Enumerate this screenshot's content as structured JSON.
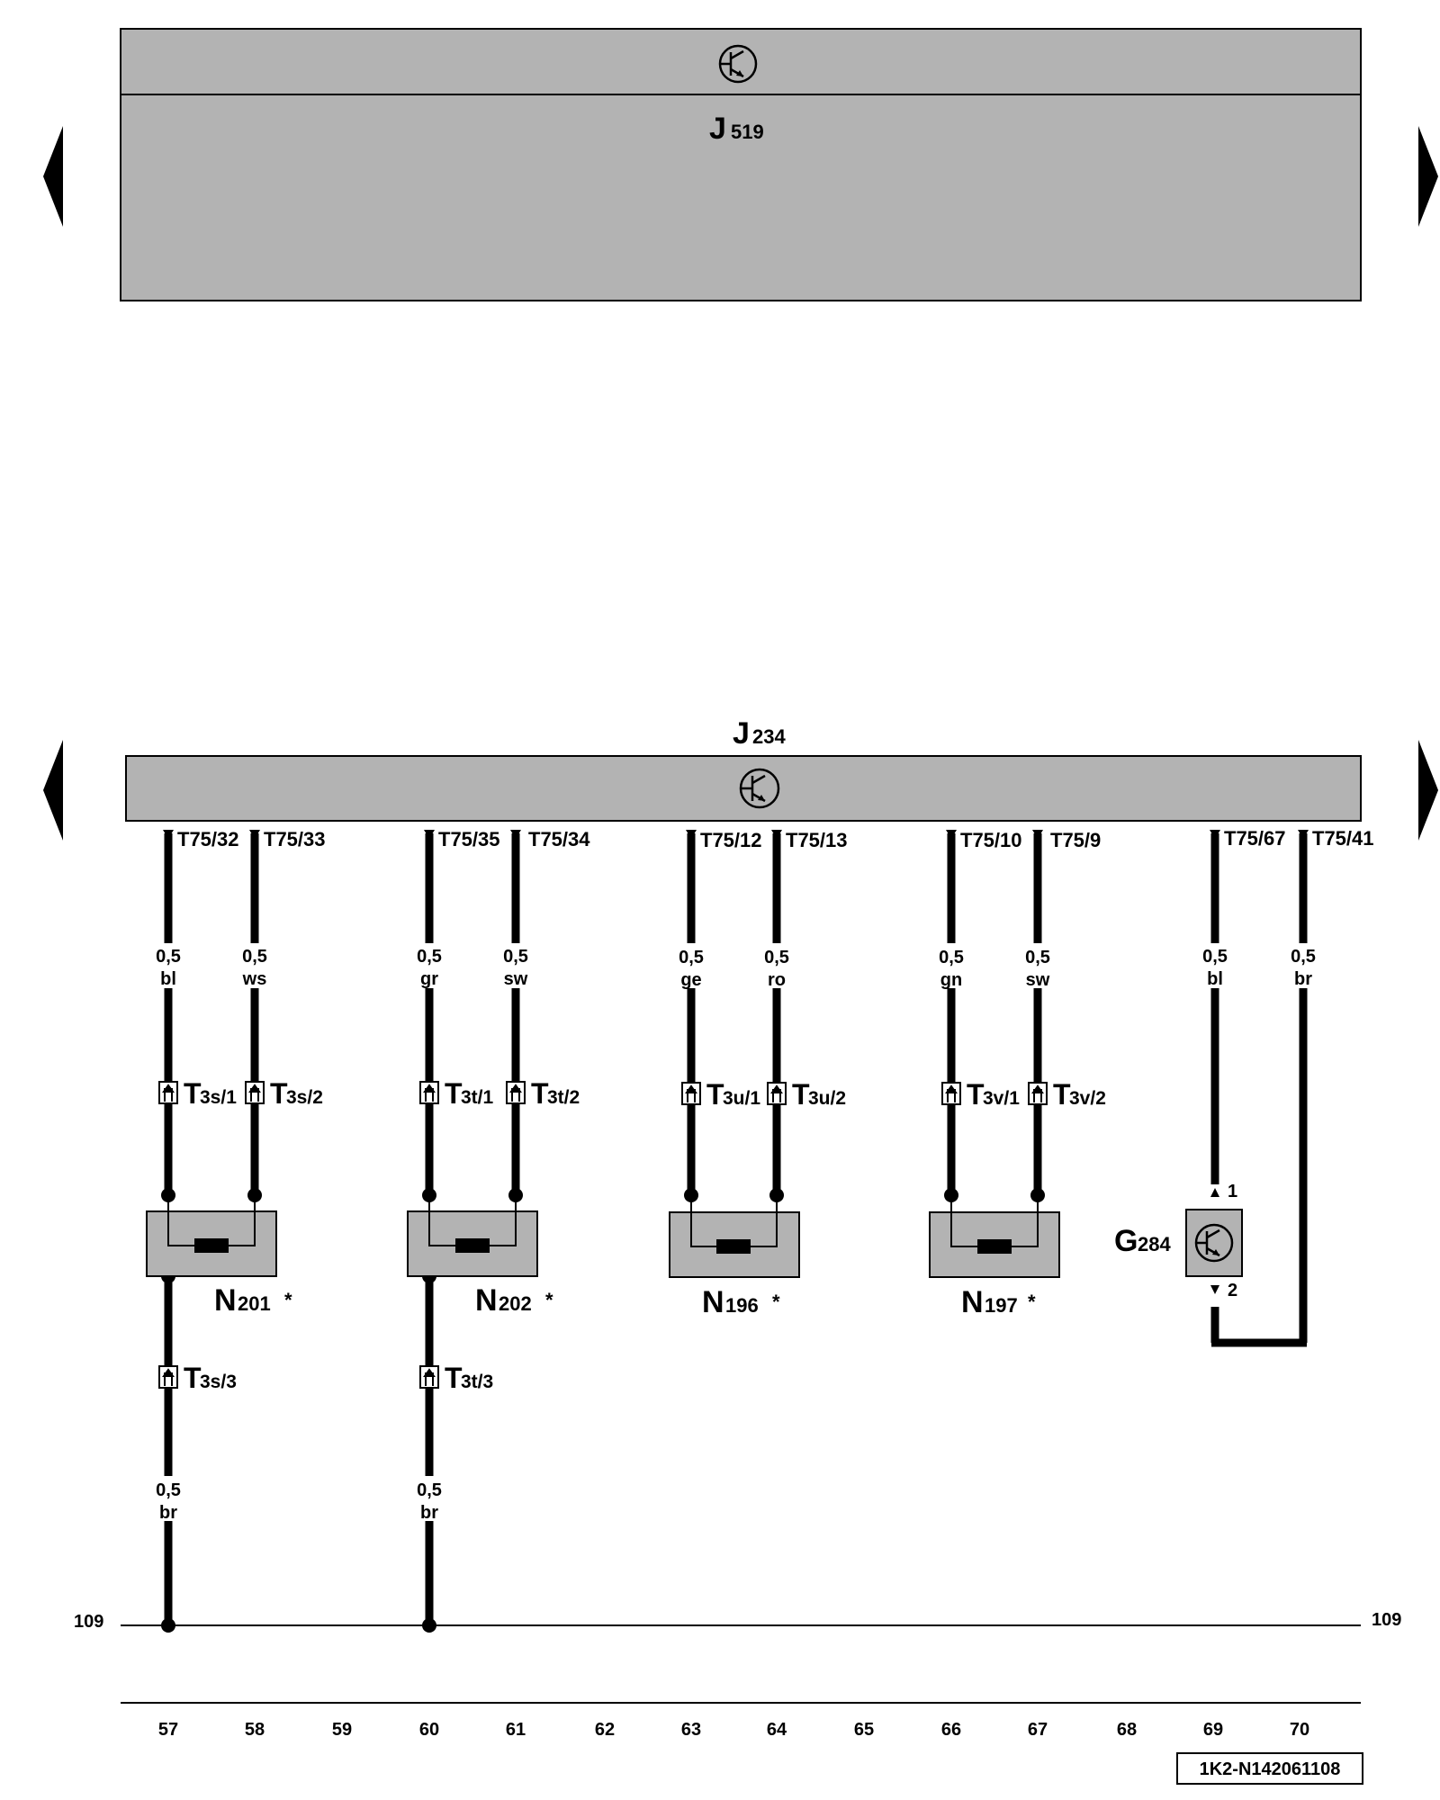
{
  "control_unit_top": {
    "letter": "J",
    "sub": "519"
  },
  "control_unit_main": {
    "letter": "J",
    "sub": "234"
  },
  "pins": [
    {
      "label": "T75/32",
      "col": 57
    },
    {
      "label": "T75/33",
      "col": 58
    },
    {
      "label": "T75/35",
      "col": 60
    },
    {
      "label": "T75/34",
      "col": 61
    },
    {
      "label": "T75/12",
      "col": 63
    },
    {
      "label": "T75/13",
      "col": 64
    },
    {
      "label": "T75/10",
      "col": 66
    },
    {
      "label": "T75/9",
      "col": 67
    },
    {
      "label": "T75/67",
      "col": 69
    },
    {
      "label": "T75/41",
      "col": 70
    }
  ],
  "wires": [
    {
      "gauge": "0,5",
      "color": "bl",
      "col": 57
    },
    {
      "gauge": "0,5",
      "color": "ws",
      "col": 58
    },
    {
      "gauge": "0,5",
      "color": "gr",
      "col": 60
    },
    {
      "gauge": "0,5",
      "color": "sw",
      "col": 61
    },
    {
      "gauge": "0,5",
      "color": "ge",
      "col": 63
    },
    {
      "gauge": "0,5",
      "color": "ro",
      "col": 64
    },
    {
      "gauge": "0,5",
      "color": "gn",
      "col": 66
    },
    {
      "gauge": "0,5",
      "color": "sw",
      "col": 67
    },
    {
      "gauge": "0,5",
      "color": "bl",
      "col": 69
    },
    {
      "gauge": "0,5",
      "color": "br",
      "col": 70
    }
  ],
  "connectors": [
    {
      "letter": "T",
      "sub": "3s/1",
      "col": 57
    },
    {
      "letter": "T",
      "sub": "3s/2",
      "col": 58
    },
    {
      "letter": "T",
      "sub": "3t/1",
      "col": 60
    },
    {
      "letter": "T",
      "sub": "3t/2",
      "col": 61
    },
    {
      "letter": "T",
      "sub": "3u/1",
      "col": 63
    },
    {
      "letter": "T",
      "sub": "3u/2",
      "col": 64
    },
    {
      "letter": "T",
      "sub": "3v/1",
      "col": 66
    },
    {
      "letter": "T",
      "sub": "3v/2",
      "col": 67
    }
  ],
  "valves": [
    {
      "letter": "N",
      "sub": "201",
      "star": "*",
      "cols": [
        57,
        58
      ]
    },
    {
      "letter": "N",
      "sub": "202",
      "star": "*",
      "cols": [
        60,
        61
      ]
    },
    {
      "letter": "N",
      "sub": "196",
      "star": "*",
      "cols": [
        63,
        64
      ]
    },
    {
      "letter": "N",
      "sub": "197",
      "star": "*",
      "cols": [
        66,
        67
      ]
    }
  ],
  "sensor": {
    "letter": "G",
    "sub": "284",
    "pin1": "1",
    "pin2": "2"
  },
  "lower_connectors": [
    {
      "letter": "T",
      "sub": "3s/3",
      "col": 57
    },
    {
      "letter": "T",
      "sub": "3t/3",
      "col": 60
    }
  ],
  "lower_wires": [
    {
      "gauge": "0,5",
      "color": "br",
      "col": 57
    },
    {
      "gauge": "0,5",
      "color": "br",
      "col": 60
    }
  ],
  "ground": {
    "left": "109",
    "right": "109"
  },
  "columns": [
    "57",
    "58",
    "59",
    "60",
    "61",
    "62",
    "63",
    "64",
    "65",
    "66",
    "67",
    "68",
    "69",
    "70"
  ],
  "doc_id": "1K2-N142061108"
}
